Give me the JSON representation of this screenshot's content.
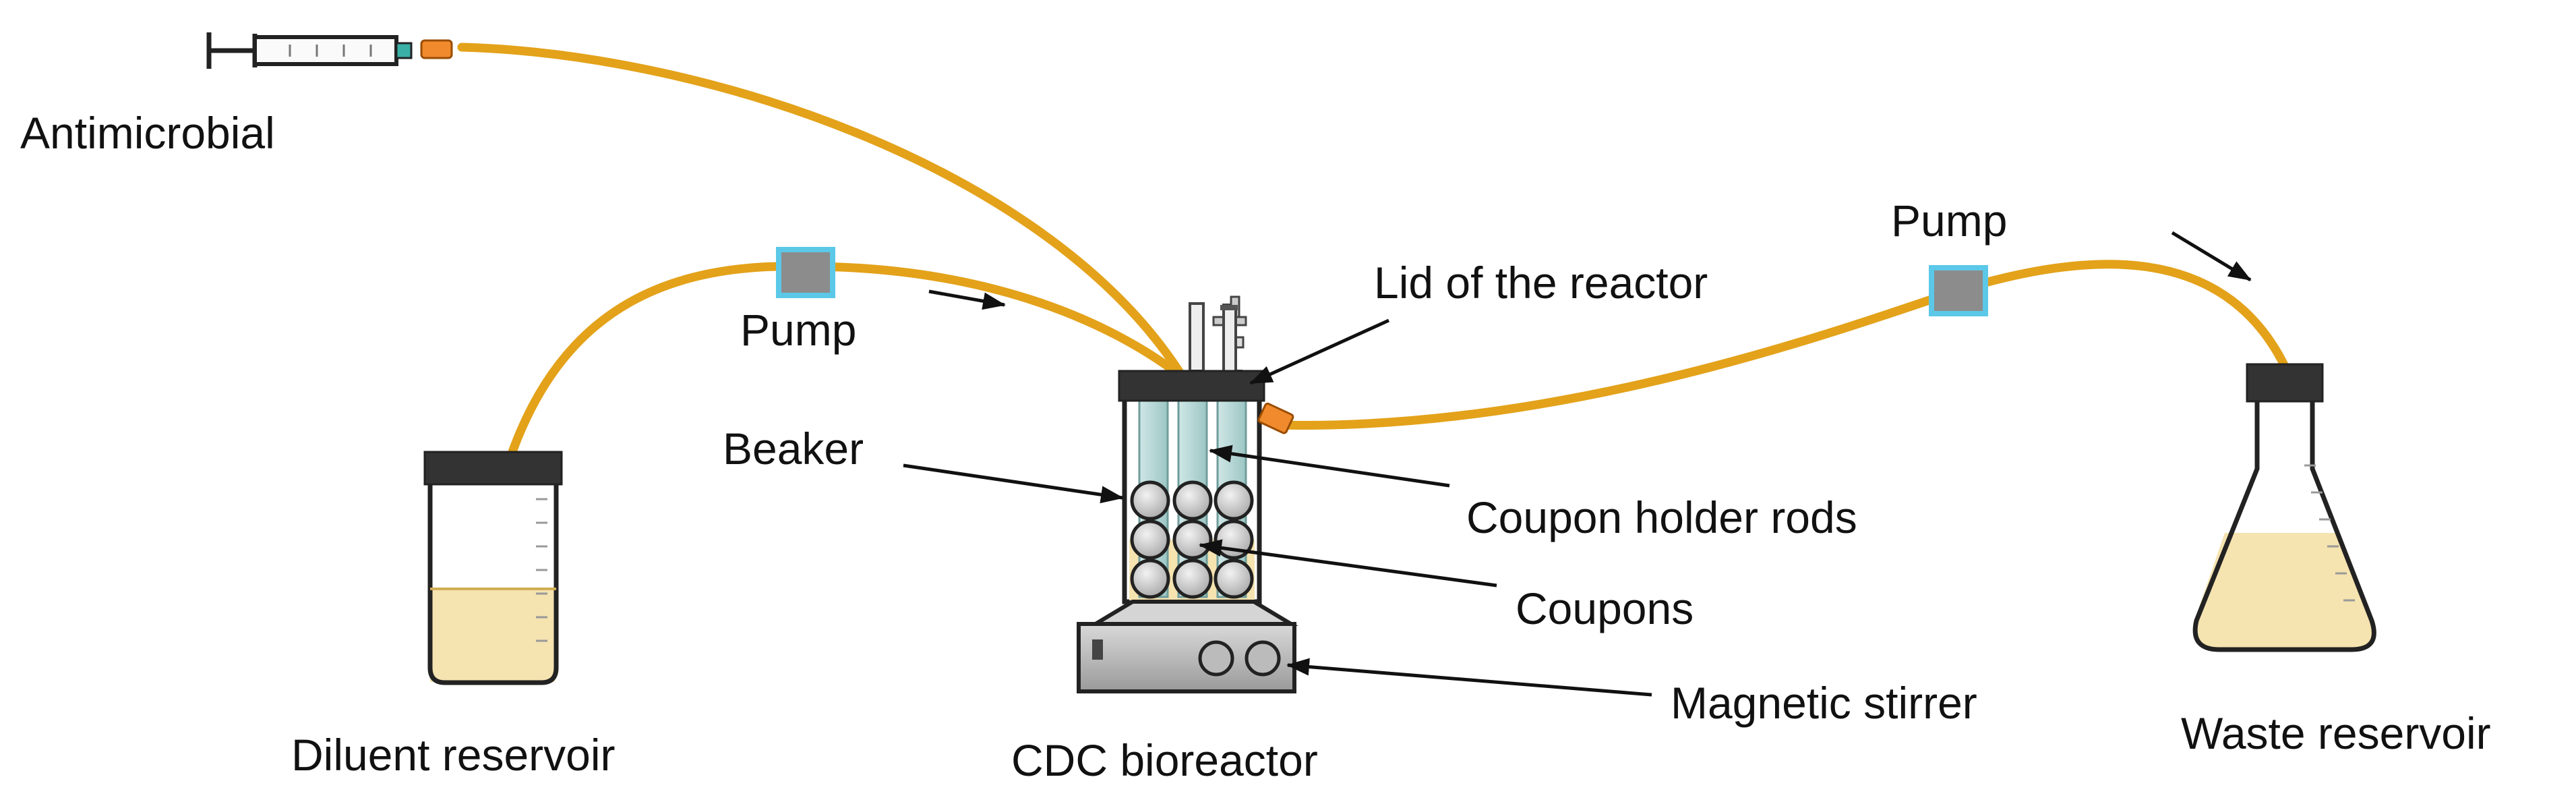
{
  "labels": {
    "antimicrobial": "Antimicrobial",
    "pump_left": "Pump",
    "pump_right": "Pump",
    "lid": "Lid of the reactor",
    "beaker": "Beaker",
    "coupon_holder_rods": "Coupon holder rods",
    "coupons": "Coupons",
    "magnetic_stirrer": "Magnetic stirrer",
    "diluent_reservoir": "Diluent reservoir",
    "cdc_bioreactor": "CDC bioreactor",
    "waste_reservoir": "Waste reservoir"
  },
  "colors": {
    "tubing": "#E3A21A",
    "liquid": "#F5E3B0",
    "pump_border": "#5BC8E8",
    "pump_fill": "#8C8C8C",
    "connector": "#F08A2C",
    "lid": "#333333"
  }
}
